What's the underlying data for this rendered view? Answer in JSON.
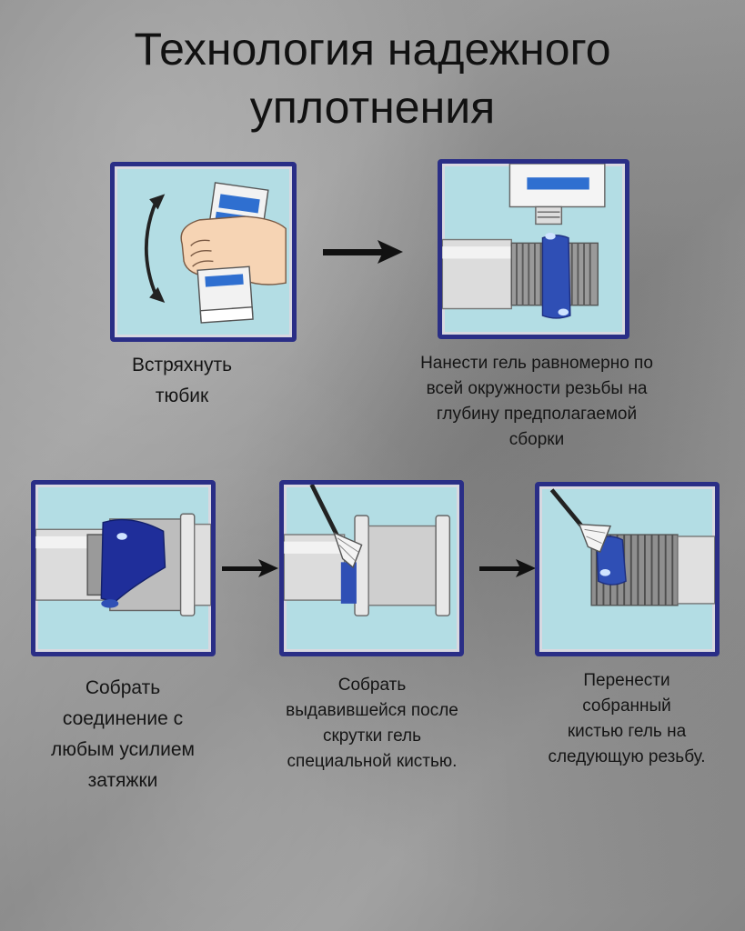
{
  "title": {
    "line1": "Технология надежного",
    "line2": "уплотнения"
  },
  "steps": [
    {
      "caption_lines": [
        "Встряхнуть",
        "тюбик"
      ]
    },
    {
      "caption_lines": [
        "Нанести гель равномерно по",
        "всей окружности резьбы на",
        "глубину предполагаемой",
        "сборки"
      ]
    },
    {
      "caption_lines": [
        "Собрать",
        "соединение с",
        "любым усилием",
        "затяжки"
      ]
    },
    {
      "caption_lines": [
        "Собрать",
        "выдавившейся после",
        "скрутки гель",
        "специальной кистью."
      ]
    },
    {
      "caption_lines": [
        "Перенести",
        "собранный",
        "кистью гель на",
        "следующую резьбу."
      ]
    }
  ],
  "colors": {
    "panel_bg": "#b3dde4",
    "panel_border": "#2a2e86",
    "gel_blue": "#2f4fb5",
    "pipe_gray": "#d7d7d7",
    "arrow": "#111111"
  },
  "icons": [
    "tube-shake-icon",
    "apply-gel-icon",
    "assemble-joint-icon",
    "brush-collect-icon",
    "brush-transfer-icon",
    "arrow-right-icon"
  ]
}
